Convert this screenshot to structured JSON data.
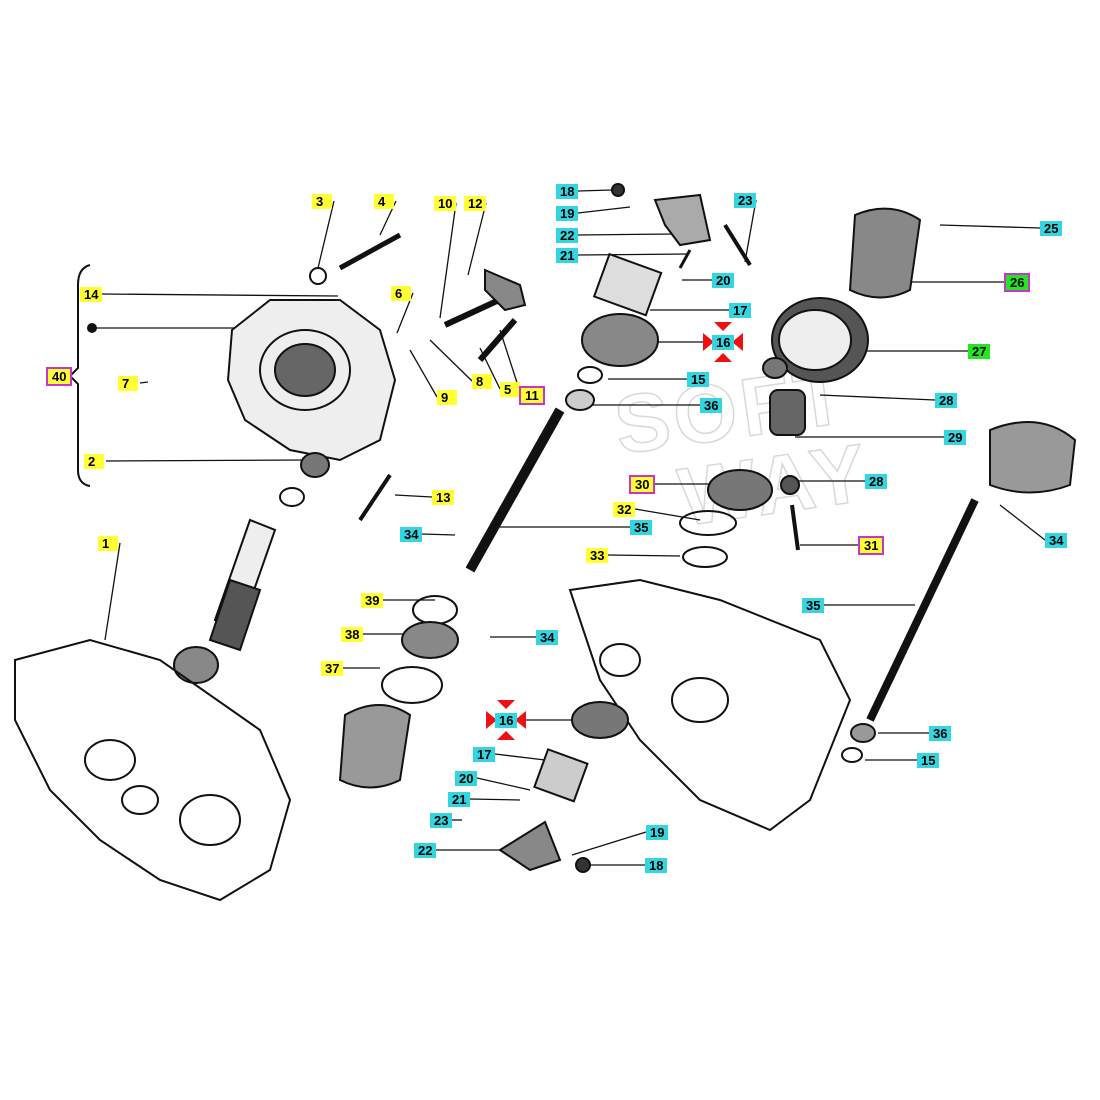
{
  "watermark": {
    "line1": "SOFT",
    "line2": "WAY"
  },
  "colors": {
    "yellow": "#ffff33",
    "cyan": "#33d6e0",
    "green": "#22e622",
    "magenta": "#cc33cc",
    "red": "#ee1111"
  },
  "labels": [
    {
      "text": "3",
      "color": "yellow"
    },
    {
      "text": "4",
      "color": "yellow"
    },
    {
      "text": "10",
      "color": "yellow"
    },
    {
      "text": "12",
      "color": "yellow"
    },
    {
      "text": "14",
      "color": "yellow"
    },
    {
      "text": "6",
      "color": "yellow"
    },
    {
      "text": "40",
      "color": "yellow",
      "highlight": true
    },
    {
      "text": "7",
      "color": "yellow"
    },
    {
      "text": "9",
      "color": "yellow"
    },
    {
      "text": "8",
      "color": "yellow"
    },
    {
      "text": "5",
      "color": "yellow"
    },
    {
      "text": "11",
      "color": "yellow",
      "highlight": true
    },
    {
      "text": "2",
      "color": "yellow"
    },
    {
      "text": "13",
      "color": "yellow"
    },
    {
      "text": "1",
      "color": "yellow"
    },
    {
      "text": "39",
      "color": "yellow"
    },
    {
      "text": "38",
      "color": "yellow"
    },
    {
      "text": "37",
      "color": "yellow"
    },
    {
      "text": "32",
      "color": "yellow"
    },
    {
      "text": "33",
      "color": "yellow"
    },
    {
      "text": "30",
      "color": "yellow",
      "highlight": true
    },
    {
      "text": "31",
      "color": "yellow",
      "highlight": true
    },
    {
      "text": "18",
      "color": "cyan"
    },
    {
      "text": "19",
      "color": "cyan"
    },
    {
      "text": "22",
      "color": "cyan"
    },
    {
      "text": "21",
      "color": "cyan"
    },
    {
      "text": "23",
      "color": "cyan"
    },
    {
      "text": "25",
      "color": "cyan"
    },
    {
      "text": "20",
      "color": "cyan"
    },
    {
      "text": "17",
      "color": "cyan"
    },
    {
      "text": "15",
      "color": "cyan"
    },
    {
      "text": "36",
      "color": "cyan"
    },
    {
      "text": "28",
      "color": "cyan"
    },
    {
      "text": "29",
      "color": "cyan"
    },
    {
      "text": "28",
      "color": "cyan"
    },
    {
      "text": "34",
      "color": "cyan"
    },
    {
      "text": "35",
      "color": "cyan"
    },
    {
      "text": "34",
      "color": "cyan"
    },
    {
      "text": "35",
      "color": "cyan"
    },
    {
      "text": "34",
      "color": "cyan"
    },
    {
      "text": "36",
      "color": "cyan"
    },
    {
      "text": "15",
      "color": "cyan"
    },
    {
      "text": "17",
      "color": "cyan"
    },
    {
      "text": "20",
      "color": "cyan"
    },
    {
      "text": "21",
      "color": "cyan"
    },
    {
      "text": "23",
      "color": "cyan"
    },
    {
      "text": "22",
      "color": "cyan"
    },
    {
      "text": "19",
      "color": "cyan"
    },
    {
      "text": "18",
      "color": "cyan"
    },
    {
      "text": "27",
      "color": "green"
    },
    {
      "text": "26",
      "color": "green",
      "highlight": true
    },
    {
      "text": "16",
      "color": "red",
      "marker": true
    },
    {
      "text": "16",
      "color": "red",
      "marker": true
    }
  ]
}
